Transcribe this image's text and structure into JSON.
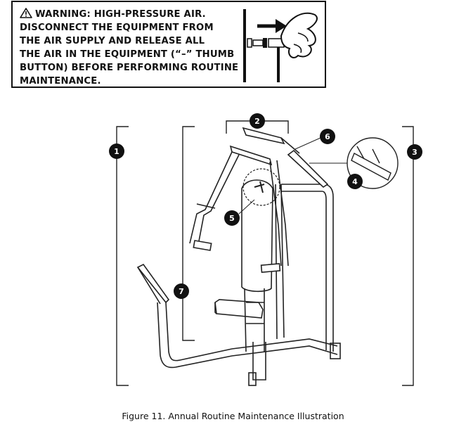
{
  "warning": {
    "heading": "WARNING:  HIGH-PRESSURE  AIR.",
    "lines": [
      "DISCONNECT THE EQUIPMENT FROM",
      "THE AIR SUPPLY AND RELEASE ALL",
      "THE AIR IN THE EQUIPMENT (“–” THUMB",
      "BUTTON) BEFORE PERFORMING ROUTINE",
      "MAINTENANCE."
    ]
  },
  "callouts": [
    "1",
    "2",
    "3",
    "4",
    "5",
    "6",
    "7"
  ],
  "caption": "Figure 11. Annual Routine Maintenance Illustration"
}
